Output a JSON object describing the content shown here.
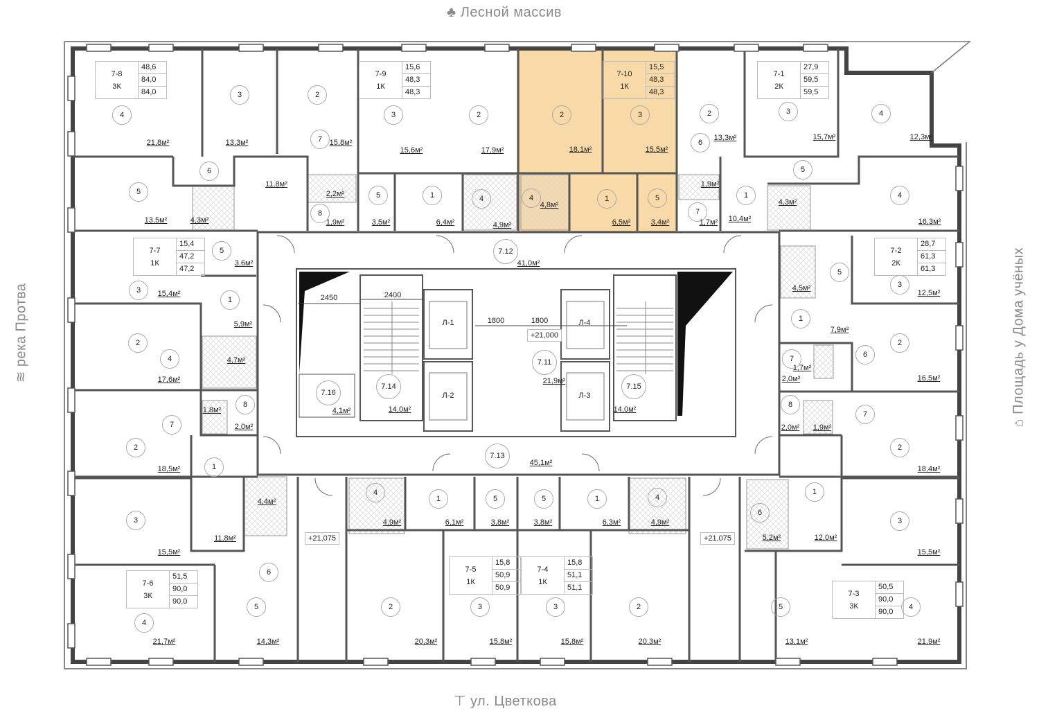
{
  "compass": {
    "top": "Лесной массив",
    "bottom": "ул. Цветкова",
    "left": "река Протва",
    "right": "Площадь у Дома учёных",
    "top_icon": "forest-icon",
    "bottom_icon": "street-sign-icon",
    "left_icon": "river-icon",
    "right_icon": "building-icon"
  },
  "highlight": {
    "apartment": "7-10",
    "color": "#f8d9a8",
    "border": "#e2b06e"
  },
  "apartments": [
    {
      "id": "7-8",
      "type": "3К",
      "living": "48,6",
      "total": "84,0",
      "total2": "84,0"
    },
    {
      "id": "7-9",
      "type": "1К",
      "living": "15,6",
      "total": "48,3",
      "total2": "48,3"
    },
    {
      "id": "7-10",
      "type": "1К",
      "living": "15,5",
      "total": "48,3",
      "total2": "48,3"
    },
    {
      "id": "7-1",
      "type": "2К",
      "living": "27,9",
      "total": "59,5",
      "total2": "59,5"
    },
    {
      "id": "7-7",
      "type": "1К",
      "living": "15,4",
      "total": "47,2",
      "total2": "47,2"
    },
    {
      "id": "7-2",
      "type": "2К",
      "living": "28,7",
      "total": "61,3",
      "total2": "61,3"
    },
    {
      "id": "7-6",
      "type": "3К",
      "living": "51,5",
      "total": "90,0",
      "total2": "90,0"
    },
    {
      "id": "7-5",
      "type": "1К",
      "living": "15,8",
      "total": "50,9",
      "total2": "50,9"
    },
    {
      "id": "7-4",
      "type": "1К",
      "living": "15,8",
      "total": "51,1",
      "total2": "51,1"
    },
    {
      "id": "7-3",
      "type": "3К",
      "living": "50,5",
      "total": "90,0",
      "total2": "90,0"
    }
  ],
  "room_numbers": [
    "4",
    "3",
    "2",
    "7",
    "6",
    "5",
    "8",
    "3",
    "2",
    "5",
    "1",
    "4",
    "2",
    "3",
    "4",
    "1",
    "5",
    "2",
    "3",
    "6",
    "5",
    "1",
    "7",
    "4",
    "4",
    "5",
    "3",
    "1",
    "7",
    "6",
    "2",
    "8",
    "7",
    "2",
    "1",
    "6",
    "3",
    "5",
    "4",
    "5",
    "3",
    "1",
    "4",
    "2",
    "8",
    "7",
    "1",
    "2",
    "3",
    "6",
    "5",
    "4",
    "4",
    "1",
    "5",
    "2",
    "3",
    "5",
    "1",
    "4",
    "3",
    "2"
  ],
  "areas": [
    "21,8м²",
    "13,3м²",
    "15,8м²",
    "11,8м²",
    "2,2м²",
    "4,3м²",
    "13,5м²",
    "1,9м²",
    "15,6м²",
    "17,9м²",
    "3,5м²",
    "6,4м²",
    "4,9м²",
    "18,1м²",
    "15,5м²",
    "4,8м²",
    "6,5м²",
    "3,4м²",
    "13,3м²",
    "15,7м²",
    "1,9м²",
    "4,3м²",
    "1,7м²",
    "10,4м²",
    "12,3м²",
    "16,3м²",
    "4,5м²",
    "12,5м²",
    "7,9м²",
    "1,7м²",
    "2,0м²",
    "16,5м²",
    "2,0м²",
    "1,9м²",
    "18,4м²",
    "12,0м²",
    "5,2м²",
    "15,5м²",
    "13,1м²",
    "21,9м²",
    "3,6м²",
    "15,4м²",
    "5,9м²",
    "4,7м²",
    "17,6м²",
    "1,8м²",
    "2,0м²",
    "18,5м²",
    "11,8м²",
    "4,4м²",
    "15,5м²",
    "21,7м²",
    "14,3м²",
    "4,9м²",
    "6,1м²",
    "3,8м²",
    "20,3м²",
    "15,8м²",
    "3,8м²",
    "6,3м²",
    "4,9м²",
    "15,8м²",
    "20,3м²"
  ],
  "common_rooms": [
    {
      "n": "7.12",
      "area": "41,0м²"
    },
    {
      "n": "7.11",
      "area": "21,9м²"
    },
    {
      "n": "7.13",
      "area": "45,1м²"
    },
    {
      "n": "7.14",
      "area": "14,0м²"
    },
    {
      "n": "7.15",
      "area": "14,0м²"
    },
    {
      "n": "7.16",
      "area": "4,1м²"
    }
  ],
  "lifts": [
    "Л-1",
    "Л-2",
    "Л-3",
    "Л-4"
  ],
  "dimensions": [
    "2450",
    "2400",
    "1800",
    "1800"
  ],
  "elevations": [
    "+21,000",
    "+21,075",
    "+21,075"
  ]
}
